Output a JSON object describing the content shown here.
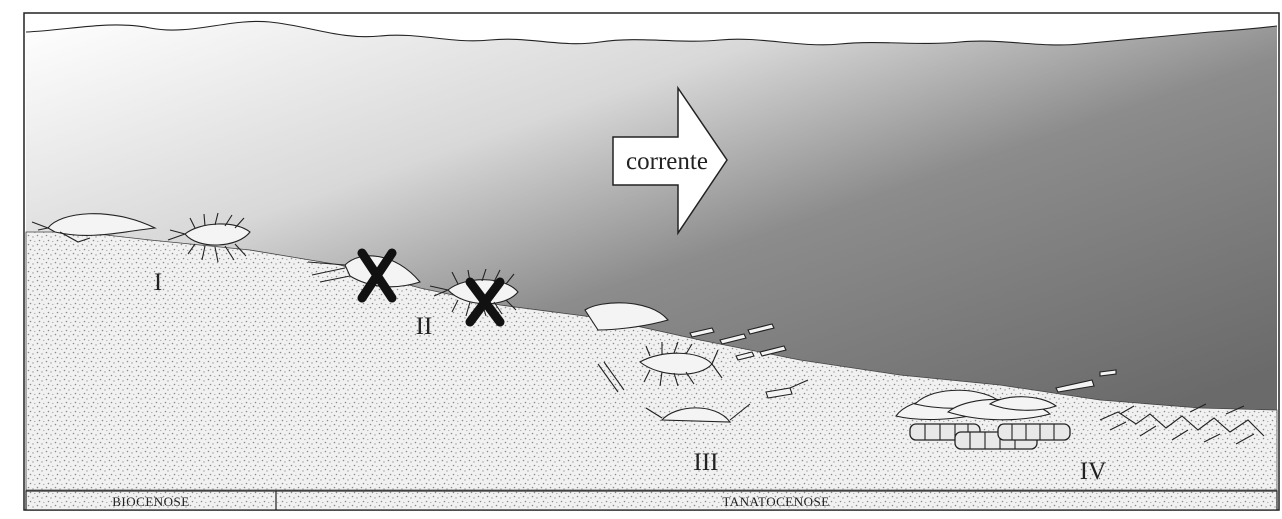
{
  "figure": {
    "current_label": "corrente",
    "stages": [
      "I",
      "II",
      "III",
      "IV"
    ],
    "bottom_bar": {
      "left_label": "BIOCENOSE",
      "right_label": "TANATOCENOSE"
    }
  },
  "colors": {
    "water_dark": "#707070",
    "water_light": "#ffffff",
    "sediment": "#eeeeee",
    "ink": "#222222"
  },
  "icons": {
    "dead_marker": "x-mark-icon",
    "current_arrow": "arrow-right-icon"
  }
}
